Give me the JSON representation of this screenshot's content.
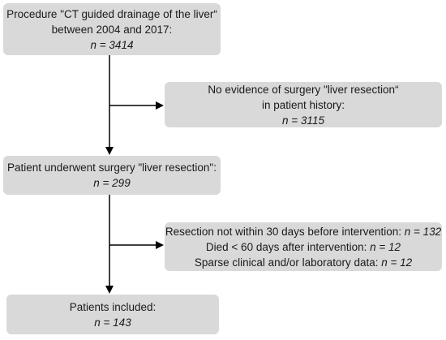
{
  "flowchart": {
    "procedure_box": {
      "line1": "Procedure \"CT guided drainage of the liver“",
      "line2": "between 2004 and 2017:",
      "count": "n = 3414"
    },
    "no_evidence_box": {
      "line1": "No evidence of surgery \"liver resection“",
      "line2": "in patient history:",
      "count": "n = 3115"
    },
    "underwent_box": {
      "line1": "Patient underwent surgery \"liver resection\":",
      "count": "n = 299"
    },
    "exclusions_box": {
      "item1_text": "Resection not within 30 days before intervention: ",
      "item1_count": "n = 132",
      "item2_text": "Died < 60 days after intervention: ",
      "item2_count": "n = 12",
      "item3_text": "Sparse clinical and/or laboratory data: ",
      "item3_count": "n = 12"
    },
    "included_box": {
      "line1": "Patients included:",
      "count": "n = 143"
    }
  },
  "colors": {
    "box_fill": "#d9d9d9",
    "arrow": "#000000",
    "text": "#1a1a1a"
  }
}
